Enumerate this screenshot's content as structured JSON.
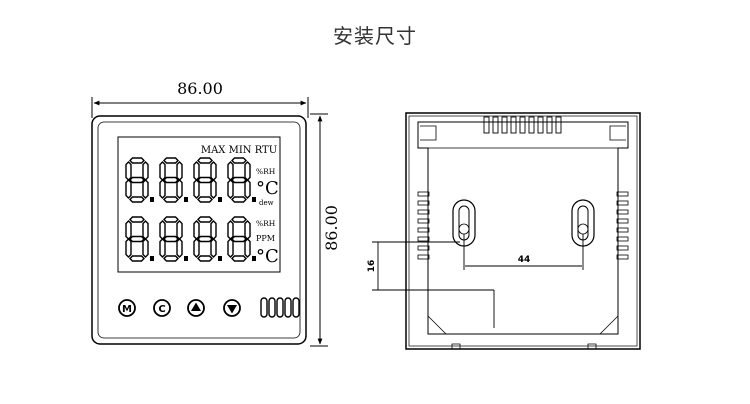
{
  "title": "安装尺寸",
  "front_view": {
    "width_dim": "86.00",
    "height_dim": "86.00",
    "indicators": {
      "top": "MAX MIN RTU",
      "unit_rh_top": "%RH",
      "unit_c_top": "°C",
      "dew": "dew",
      "unit_rh_bottom": "%RH",
      "ppm": "PPM",
      "unit_c_bottom": "°C"
    },
    "buttons": [
      "M",
      "C",
      "▲",
      "▼"
    ]
  },
  "back_view": {
    "hole_spacing": "44",
    "vertical_offset": "16"
  }
}
